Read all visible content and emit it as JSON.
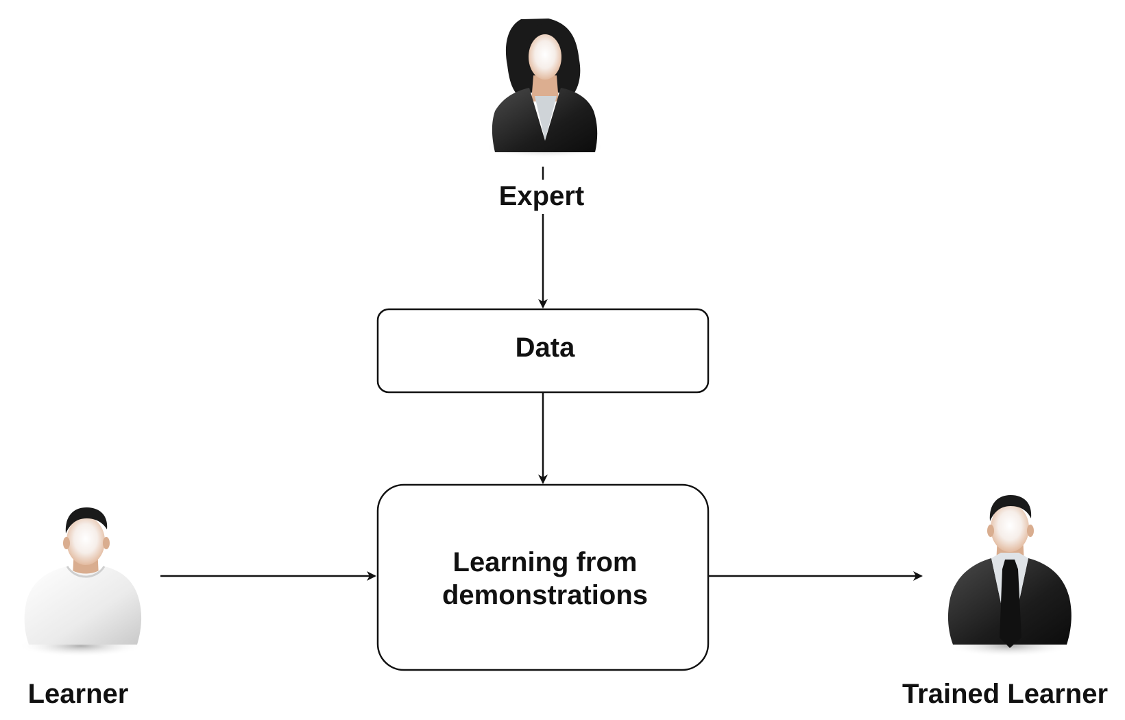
{
  "nodes": {
    "expert": {
      "label": "Expert",
      "icon": "businesswoman-avatar-icon"
    },
    "data": {
      "label": "Data"
    },
    "learning": {
      "label": "Learning from demonstrations"
    },
    "learner": {
      "label": "Learner",
      "icon": "casual-man-avatar-icon"
    },
    "trained_learner": {
      "label": "Trained Learner",
      "icon": "businessman-avatar-icon"
    }
  },
  "edges": [
    {
      "from": "Expert",
      "to": "Data"
    },
    {
      "from": "Data",
      "to": "Learning from demonstrations"
    },
    {
      "from": "Learner",
      "to": "Learning from demonstrations"
    },
    {
      "from": "Learning from demonstrations",
      "to": "Trained Learner"
    }
  ],
  "colors": {
    "line": "#111111",
    "suit": "#1f1f1f",
    "skin": "#e8c0a4",
    "shirt_white": "#ededed",
    "hair": "#1a1a1a"
  }
}
